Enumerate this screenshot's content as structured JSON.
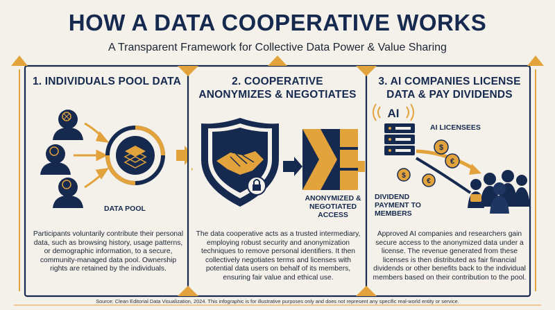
{
  "header": {
    "title": "HOW A DATA COOPERATIVE WORKS",
    "subtitle": "A Transparent Framework for Collective Data Power & Value Sharing"
  },
  "panels": [
    {
      "title": "1. INDIVIDUALS POOL DATA",
      "labels": {
        "pool": "DATA POOL"
      },
      "description": "Participants voluntarily contribute their personal data, such as browsing history, usage patterns, or demographic information, to a secure, community-managed data pool. Ownership rights are retained by the individuals."
    },
    {
      "title_line1": "2. COOPERATIVE",
      "title_line2": "ANONYMIZES & NEGOTIATES",
      "labels": {
        "access_line1": "ANONYMIZED &",
        "access_line2": "NEGOTIATED",
        "access_line3": "ACCESS"
      },
      "description": "The data cooperative acts as a trusted intermediary, employing robust security and anonymization techniques to remove personal identifiers. It then collectively negotiates terms and licenses with potential data users on behalf of its members, ensuring fair value and ethical use."
    },
    {
      "title_line1": "3. AI COMPANIES LICENSE",
      "title_line2": "DATA & PAY DIVIDENDS",
      "labels": {
        "ai_badge": "AI",
        "licensees": "AI LICENSEES",
        "dividend_line1": "DIVIDEND",
        "dividend_line2": "PAYMENT TO",
        "dividend_line3": "MEMBERS",
        "coin_symbol": "$",
        "coin_symbol_alt": "€"
      },
      "description": "Approved AI companies and researchers gain secure access to the anonymized data under a license. The revenue generated from these licenses is then distributed as fair financial dividends or other benefits back to the individual members based on their contribution to the pool."
    }
  ],
  "footer": "Source: Clean Editorial Data Visualization, 2024. This infographic is for illustrative purposes only and does not represent any specific real-world entity or service.",
  "colors": {
    "navy": "#16294f",
    "gold": "#e2a33c",
    "background": "#f4f1ea"
  }
}
